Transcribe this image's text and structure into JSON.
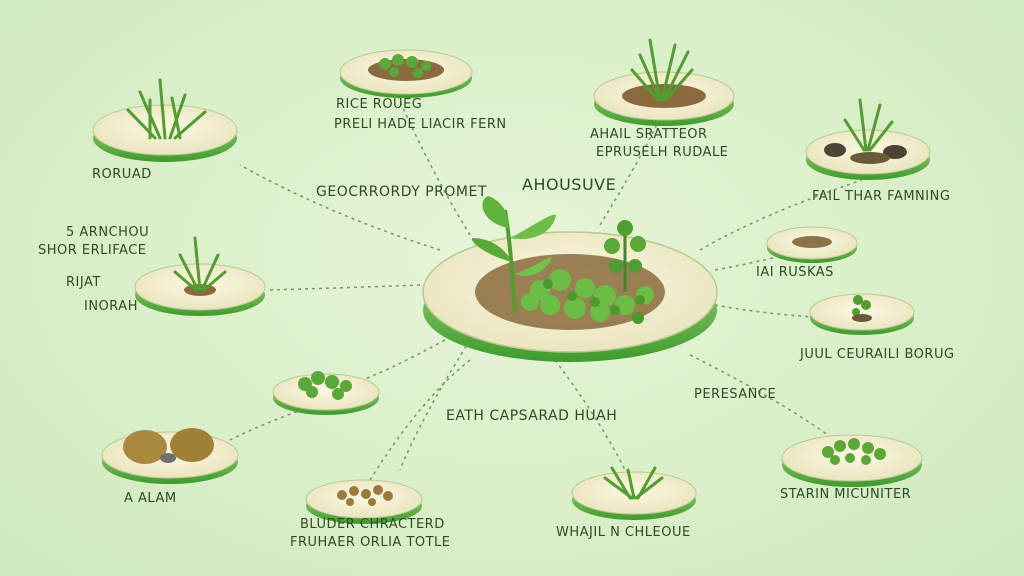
{
  "colors": {
    "background": "#daefc9",
    "platform_top": "#f3efd0",
    "platform_rim": "#6fc04f",
    "soil": "#8b6b3d",
    "leaf": "#4f9e2f",
    "leaf_light": "#7cc45a",
    "connector": "#7d9a6d",
    "text": "#2f4a2a"
  },
  "center_label": "AHOUSUVE",
  "labels": {
    "rice": "RICE ROUEG",
    "preli": "PRELI HADE LIACIR FERN",
    "ahail": "AHAIL SRATTEOR",
    "epruselh": "EPRUSELH RUDALE",
    "roruad": "RORUAD",
    "geogrophy": "GEOCRRORDY PROMET",
    "fail": "FAIL THAR FAMNING",
    "sarnchou": "5 ARNCHOU",
    "shor": "SHOR ERLIFACE",
    "rijat": "RIJAT",
    "inorah": "INORAH",
    "ruaskas": "IAI RUSKAS",
    "juul": "JUUL CEURAILI BORUG",
    "peresance": "PERESANCE",
    "eath": "EATH CAPSARAD HUAH",
    "aalam": "A ALAM",
    "bluder": "BLUDER CHRACTERD",
    "fruhae": "FRUHAER ORLIA TOTLE",
    "whajil": "WHAJIL N CHLEOUE",
    "starin": "STARIN MICUNITER"
  },
  "icons": {
    "center": "plant-garden-icon",
    "grass": "grass-tuft-icon",
    "herb": "herb-sprout-icon",
    "rock": "rock-stone-icon",
    "seed": "seed-pile-icon"
  }
}
